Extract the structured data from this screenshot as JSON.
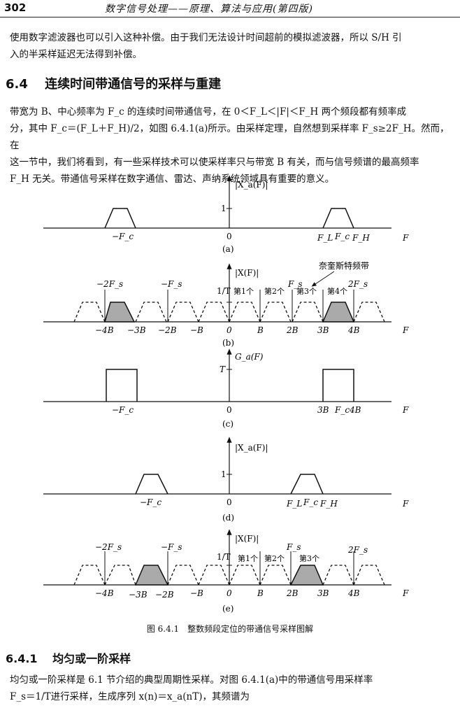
{
  "header": {
    "page_number": "302",
    "running_title": "数字信号处理——原理、算法与应用(第四版)"
  },
  "para1": {
    "line1": "使用数字滤波器也可以引入这种补偿。由于我们无法设计时间超前的模拟滤波器，所以 S/H 引",
    "line2": "入的半采样延迟无法得到补偿。"
  },
  "section": {
    "number": "6.4",
    "title": "连续时间带通信号的采样与重建"
  },
  "para2": {
    "line1": "带宽为 B、中心频率为 F_c 的连续时间带通信号，在 0＜F_L＜|F|＜F_H 两个频段都有频率成",
    "line2": "分，其中 F_c＝(F_L＋F_H)/2，如图 6.4.1(a)所示。由采样定理，自然想到采样率 F_s≥2F_H。然而，在",
    "line3": "这一节中，我们将看到，有一些采样技术可以使采样率只与带宽 B 有关，而与信号频谱的最高频率",
    "line4": "F_H 无关。带通信号采样在数字通信、雷达、声纳系统领域具有重要的意义。"
  },
  "figure": {
    "a": {
      "ylabel": "|X_a(F)|",
      "one": "1",
      "neg_fc": "−F_c",
      "zero": "0",
      "fl": "F_L",
      "fc": "F_c",
      "fh": "F_H",
      "f": "F",
      "tag": "(a)"
    },
    "b": {
      "ylabel": "|X(F)|",
      "t": "1/T",
      "neg2fs": "−2F_s",
      "negfs": "−F_s",
      "fs": "F_s",
      "twofs": "2F_s",
      "nyquist": "奈奎斯特频带",
      "bands": [
        "第1个",
        "第2个",
        "第3个",
        "第4个"
      ],
      "ticks": [
        "−4B",
        "−3B",
        "−2B",
        "−B",
        "0",
        "B",
        "2B",
        "3B",
        "4B"
      ],
      "f": "F",
      "tag": "(b)"
    },
    "c": {
      "ylabel": "G_a(F)",
      "t": "T",
      "neg_fc": "−F_c",
      "zero": "0",
      "threeb": "3B",
      "fc": "F_c",
      "fourb": "4B",
      "f": "F",
      "tag": "(c)"
    },
    "d": {
      "ylabel": "|X_a(F)|",
      "one": "1",
      "neg_fc": "−F_c",
      "zero": "0",
      "fl": "F_L",
      "fc": "F_c",
      "fh": "F_H",
      "f": "F",
      "tag": "(d)"
    },
    "e": {
      "ylabel": "|X(F)|",
      "t": "1/T",
      "neg2fs": "−2F_s",
      "negfs": "−F_s",
      "fs": "F_s",
      "twofs": "2F_s",
      "bands": [
        "第1个",
        "第2个",
        "第3个"
      ],
      "ticks": [
        "−4B",
        "−3B",
        "−2B",
        "−B",
        "0",
        "B",
        "2B",
        "3B",
        "4B"
      ],
      "f": "F",
      "tag": "(e)"
    },
    "caption": "图 6.4.1　整数频段定位的带通信号采样图解"
  },
  "subsection": {
    "number": "6.4.1",
    "title": "均匀或一阶采样"
  },
  "para3": {
    "line1": "均匀或一阶采样是 6.1 节介绍的典型周期性采样。对图 6.4.1(a)中的带通信号用采样率",
    "line2": "F_s＝1/T进行采样，生成序列 x(n)＝x_a(nT)，其频谱为"
  }
}
